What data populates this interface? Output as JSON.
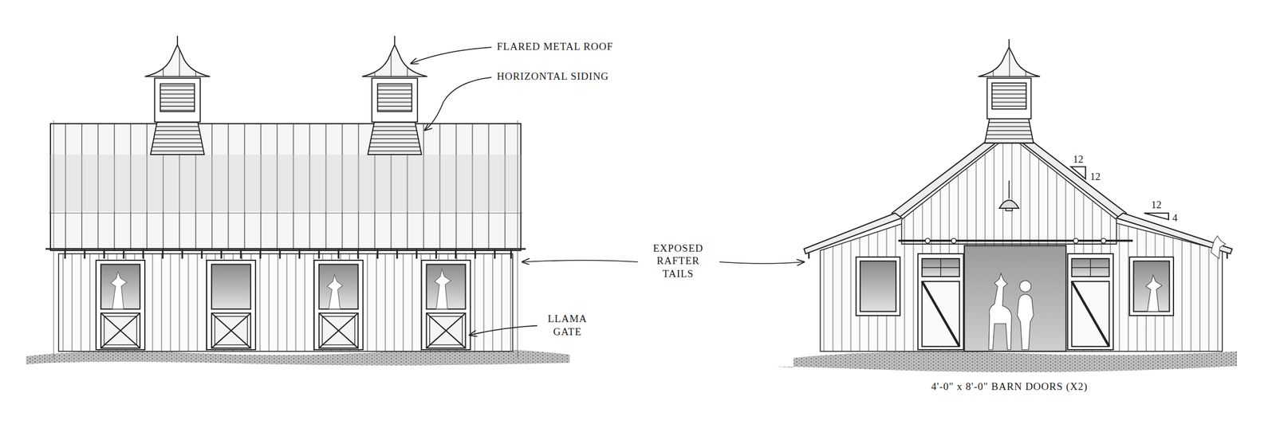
{
  "diagram": {
    "labels": [
      "FLARED METAL ROOF",
      "HORIZONTAL SIDING",
      "EXPOSED RAFTER TAILS",
      "LLAMA GATE",
      "12",
      "12",
      "12",
      "4",
      "4'-0\" x 8'-0\" BARN DOORS (X2)"
    ]
  }
}
